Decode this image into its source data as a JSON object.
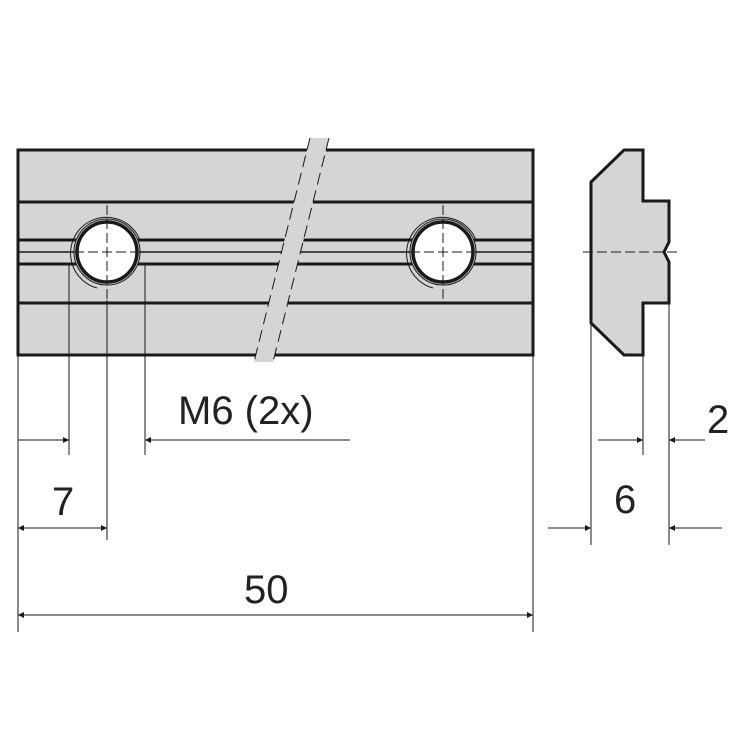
{
  "labels": {
    "thread": "M6 (2x)",
    "hole_offset": "7",
    "length": "50",
    "width": "6",
    "step": "2"
  },
  "colors": {
    "part_fill": "#d4d5d7",
    "line": "#1a1a1a"
  }
}
